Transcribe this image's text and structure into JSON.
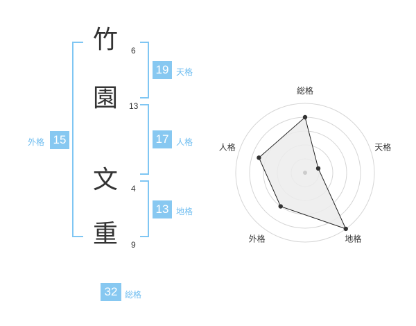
{
  "name_chars": [
    {
      "char": "竹",
      "strokes": "6"
    },
    {
      "char": "園",
      "strokes": "13"
    },
    {
      "char": "文",
      "strokes": "4"
    },
    {
      "char": "重",
      "strokes": "9"
    }
  ],
  "fortunes": {
    "tenkaku": {
      "value": "19",
      "label": "天格"
    },
    "jinkaku": {
      "value": "17",
      "label": "人格"
    },
    "chikaku": {
      "value": "13",
      "label": "地格"
    },
    "gaikaku": {
      "value": "15",
      "label": "外格"
    },
    "soukaku": {
      "value": "32",
      "label": "総格"
    }
  },
  "chart_data": {
    "type": "radar",
    "axes": [
      "総格",
      "天格",
      "地格",
      "外格",
      "人格"
    ],
    "values": [
      4,
      1,
      5,
      3,
      3.5
    ],
    "rmax": 5,
    "rings": 5,
    "colors": {
      "fill": "#ececec",
      "line": "#222222",
      "point": "#333333",
      "grid": "#d5d5d5"
    }
  }
}
